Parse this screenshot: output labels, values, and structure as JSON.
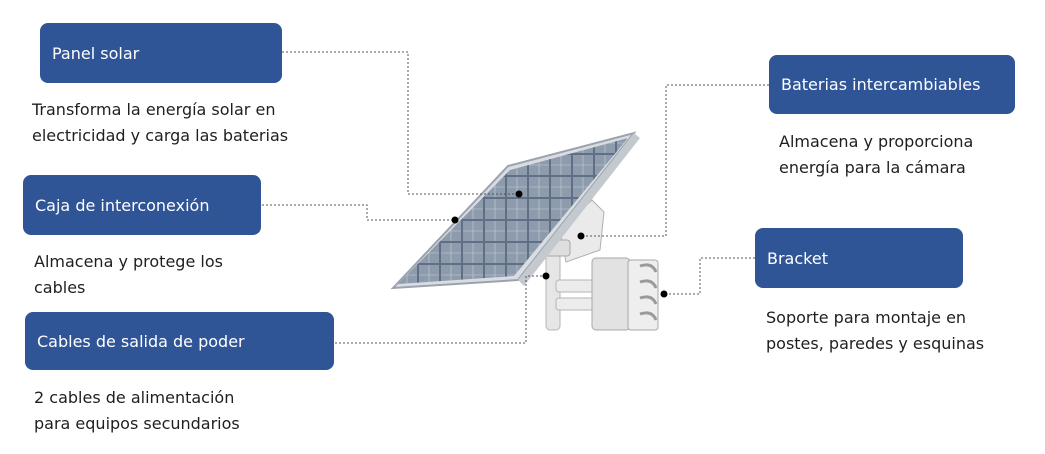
{
  "callouts": [
    {
      "id": "solar-panel",
      "title": "Panel solar",
      "description": "Transforma la energía solar en\nelectricidad y carga las baterias"
    },
    {
      "id": "junction-box",
      "title": "Caja de interconexión",
      "description": "Almacena y protege los\ncables"
    },
    {
      "id": "power-cables",
      "title": "Cables de salida de poder",
      "description": "2 cables de alimentación\n para equipos secundarios"
    },
    {
      "id": "batteries",
      "title": "Baterias intercambiables",
      "description": "Almacena y proporciona\nenergía para la cámara"
    },
    {
      "id": "bracket",
      "title": "Bracket",
      "description": "Soporte para montaje en\npostes, paredes y esquinas"
    }
  ],
  "colors": {
    "box": "#2f5597",
    "box_text": "#ffffff",
    "desc_text": "#1f1f1f",
    "leader": "#555555"
  }
}
